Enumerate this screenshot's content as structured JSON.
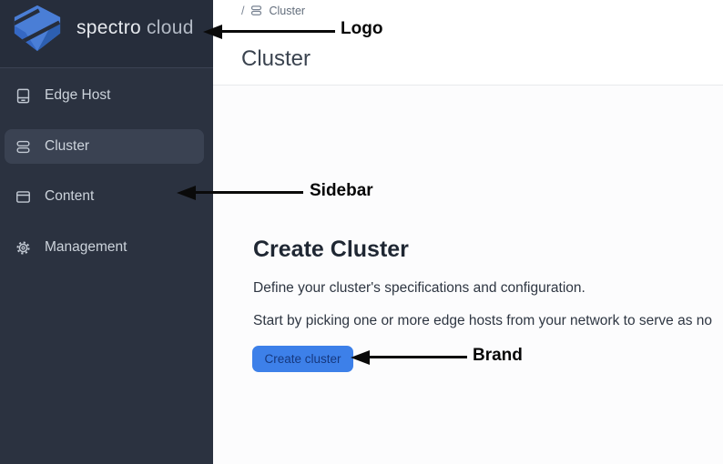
{
  "sidebar": {
    "logo": {
      "brand_primary": "spectro",
      "brand_secondary": "cloud",
      "icon": "spectro-cloud-hexagon-s-logo"
    },
    "items": [
      {
        "label": "Edge Host",
        "icon": "edge-host-icon",
        "active": false
      },
      {
        "label": "Cluster",
        "icon": "cluster-icon",
        "active": true
      },
      {
        "label": "Content",
        "icon": "content-icon",
        "active": false
      },
      {
        "label": "Management",
        "icon": "gear-icon",
        "active": false
      }
    ]
  },
  "header": {
    "breadcrumb": {
      "separator": "/",
      "icon": "cluster-icon",
      "label": "Cluster"
    },
    "title": "Cluster"
  },
  "main": {
    "heading": "Create Cluster",
    "description": "Define your cluster's specifications and configuration.",
    "instruction": "Start by picking one or more edge hosts from your network to serve as no",
    "create_button_label": "Create cluster"
  },
  "annotations": [
    {
      "label": "Logo",
      "target": "sidebar-logo"
    },
    {
      "label": "Sidebar",
      "target": "sidebar-nav"
    },
    {
      "label": "Brand",
      "target": "create-cluster-button"
    }
  ],
  "colors": {
    "sidebar_bg": "#2b3240",
    "sidebar_logo_bg": "#262d3b",
    "sidebar_active_bg": "#3a4252",
    "accent_blue": "#3d80e9",
    "button_text": "#16387e",
    "logo_blue": "#4a7ed6",
    "logo_blue_dark": "#2d5fb0",
    "content_bg": "#fcfcfd"
  }
}
